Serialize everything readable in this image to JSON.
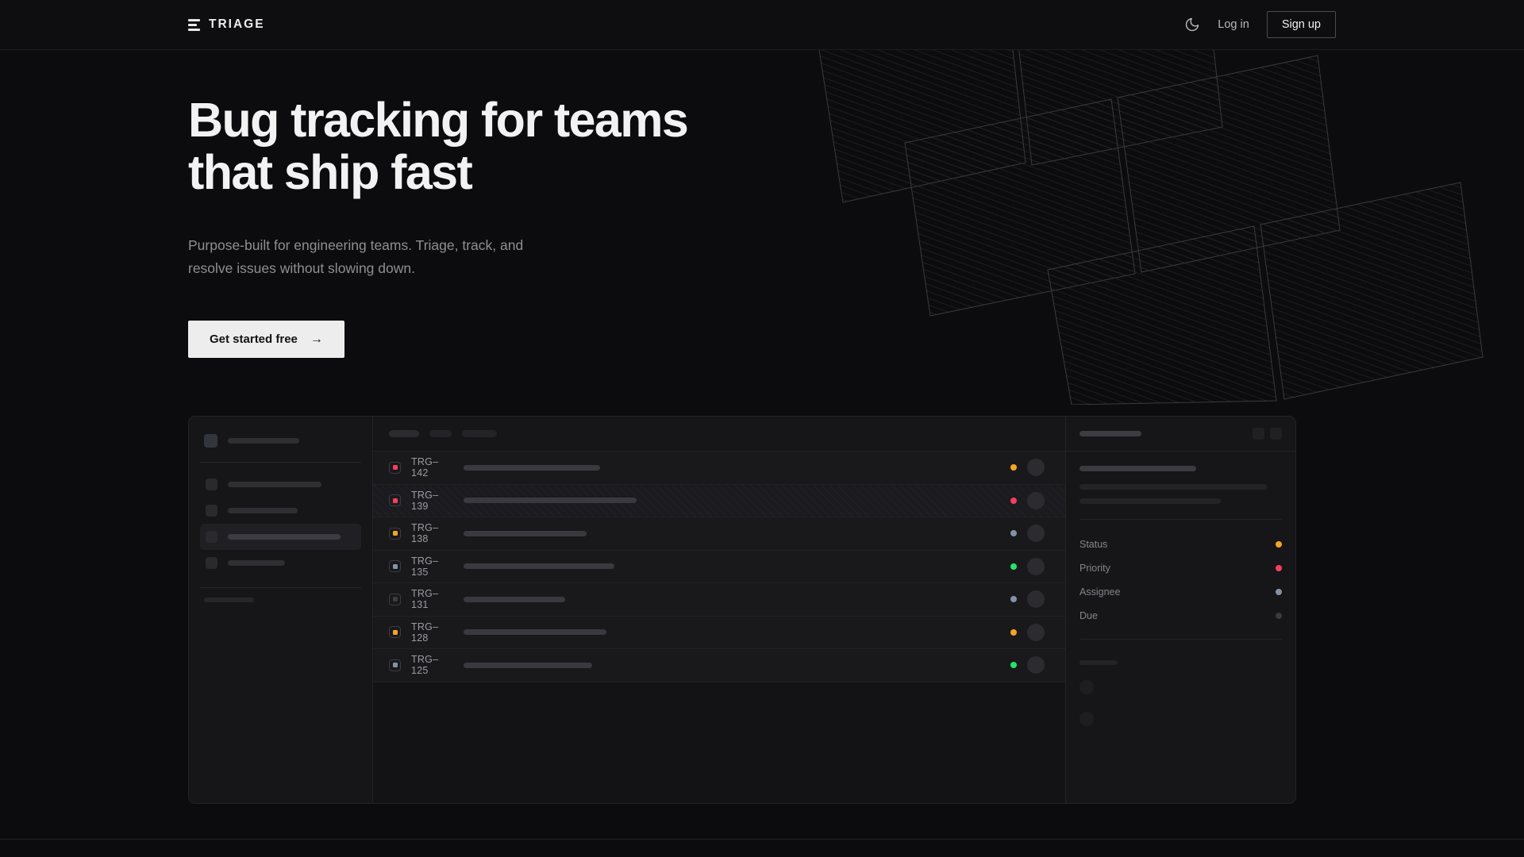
{
  "header": {
    "brand": "TRIAGE",
    "theme_toggle_icon": "moon-icon",
    "login_label": "Log in",
    "signup_label": "Sign up"
  },
  "hero": {
    "heading": "Bug tracking for teams\nthat ship fast",
    "subheading": "Purpose-built for engineering teams. Triage, track, and\nresolve issues without slowing down.",
    "cta_label": "Get started free",
    "cta_arrow": "→"
  },
  "mockup": {
    "sidebar": {
      "nav_widths": [
        118,
        88,
        142,
        72
      ],
      "active_index": 2
    },
    "toolbar": {
      "pill_widths": [
        38,
        28,
        44
      ]
    },
    "issues": [
      {
        "id": "TRG–142",
        "priority_color": "#F43F5E",
        "status_color": "#F5A524",
        "title_width": 172,
        "hatched": false
      },
      {
        "id": "TRG–139",
        "priority_color": "#F43F5E",
        "status_color": "#F43F5E",
        "title_width": 218,
        "hatched": true
      },
      {
        "id": "TRG–138",
        "priority_color": "#F5A524",
        "status_color": "#8491A8",
        "title_width": 155,
        "hatched": false
      },
      {
        "id": "TRG–135",
        "priority_color": "#8491A8",
        "status_color": "#22E56B",
        "title_width": 190,
        "hatched": false
      },
      {
        "id": "TRG–131",
        "priority_color": "#3B3B42",
        "status_color": "#8491A8",
        "title_width": 128,
        "hatched": false
      },
      {
        "id": "TRG–128",
        "priority_color": "#F5A524",
        "status_color": "#F5A524",
        "title_width": 180,
        "hatched": false
      },
      {
        "id": "TRG–125",
        "priority_color": "#8491A8",
        "status_color": "#22E56B",
        "title_width": 162,
        "hatched": false
      }
    ],
    "detail": {
      "meta": [
        {
          "label": "Status",
          "color": "#F5A524"
        },
        {
          "label": "Priority",
          "color": "#F43F5E"
        },
        {
          "label": "Assignee",
          "color": "#8491A8"
        },
        {
          "label": "Due",
          "color": "#3A3A40"
        }
      ]
    }
  },
  "colors": {
    "background": "#0c0c0e",
    "panel": "#161619",
    "border": "#242428",
    "text_primary": "#f2f2f3",
    "text_muted": "#8e8e95",
    "cta_bg": "#ededed"
  }
}
